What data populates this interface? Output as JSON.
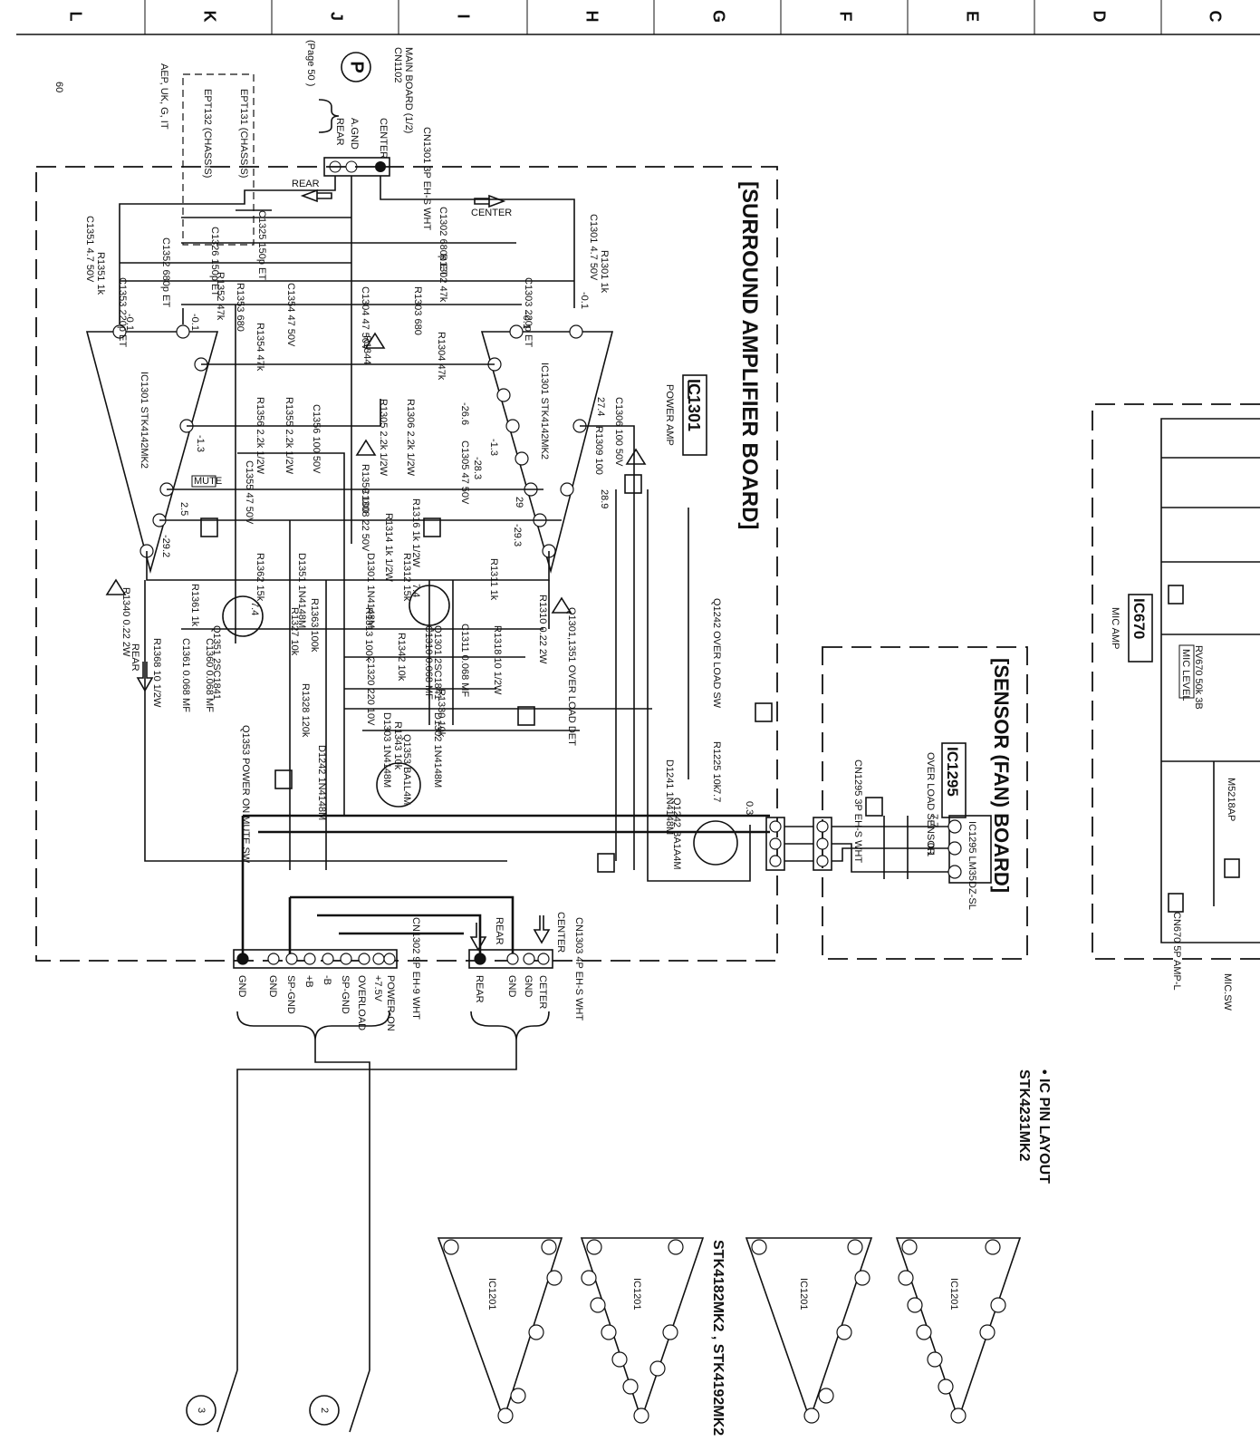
{
  "grid_columns": [
    "L",
    "K",
    "J",
    "I",
    "H",
    "G",
    "F",
    "E",
    "D",
    "C"
  ],
  "page_number": "60",
  "origin_note": {
    "board": "MAIN BOARD (1/2)",
    "connector": "CN1102",
    "page_ref": "(Page 50 )",
    "marker": "P"
  },
  "boards": {
    "surround": {
      "title": "[SURROUND AMPLIFIER BOARD]",
      "ic_box": "IC1301",
      "ic_sub": "POWER AMP",
      "ic_left": "IC1301 STK4142MK2",
      "ic_right": "IC1301 STK4142MK2",
      "mute": "MUTE",
      "cn_top": "CN1301 3P EH-S WHT",
      "cn_top_pins": [
        "CENTER",
        "A.GND",
        "REAR"
      ],
      "cn_bottom_left": "CN1302 9P EH-9 WHT",
      "cn_bottom_left_pins": [
        "GND",
        "GND",
        "SP-GND",
        "+B",
        "-B",
        "SP-GND",
        "OVERLOAD",
        "+7.5V",
        "POWER-ON"
      ],
      "cn_bottom_right": "CN1303 4P EH-S WHT",
      "cn_bottom_right_pins": [
        "REAR",
        "GND",
        "GND",
        "CETER"
      ],
      "arrows": [
        "REAR",
        "CENTER",
        "REAR",
        "REAR",
        "CENTER"
      ],
      "q1242": "Q1242 OVER LOAD SW",
      "q1301": "Q1301,1351 OVER LOAD DET",
      "q1353": "Q1353 POWER ON MUTE SW"
    },
    "sensor": {
      "title": "[SENSOR (FAN) BOARD]",
      "ic_box": "IC1295",
      "ic_sub": "OVER LOAD SENSOR",
      "ic_part": "IC1295 LM35DZ-SL",
      "cn": "CN1295 3P EH-S WHT"
    },
    "mic": {
      "ic_box": "IC670",
      "ic_sub": "MIC AMP",
      "mic_level": "MIC LEVEL",
      "rv": "RV670 50k 3B",
      "cn": "CN670 5P AMP-L",
      "switch": "MIC.SW",
      "ic_part": "M5218AP"
    }
  },
  "chassis": [
    "EPT131 (CHASSIS)",
    "EPT132 (CHASSIS)",
    "AEP, UK, G, IT"
  ],
  "voltages": [
    "-0.1",
    "-0.1",
    "-0.1",
    "-0.1",
    "-26.6",
    "-1.3",
    "-28.3",
    "-1.3",
    "27.4",
    "29",
    "28.9",
    "2.5",
    "-29.3",
    "-29.2",
    "7.4",
    "7.4",
    "7.7",
    "0.3",
    "0.1",
    "7.7"
  ],
  "components_left": [
    "C1351 4.7 50V",
    "R1351 1k",
    "C1352 680p ET",
    "C1353 220p ET",
    "R1352 47k",
    "R1353 680",
    "C1354 47 50V",
    "R1354 47k",
    "R1356 2.2k 1/2W",
    "R1355 2.2k 1/2W",
    "C1356 100 50V",
    "C1355 47 50V",
    "R1362 15k",
    "D1351 1N4148M",
    "R1361 1k",
    "R1340 0.22 2W",
    "R1363 100k",
    "R1327 10k",
    "Q1351 2SC1841",
    "R1368 10 1/2W",
    "C1361 0.068 MF",
    "C1360 0.068 MF",
    "R1328 120k"
  ],
  "components_right": [
    "C1301 4.7 50V",
    "R1301 1k",
    "C1302 680p ET",
    "R1302 47k",
    "C1304 47 50V",
    "R1303 680",
    "C1303 220p ET",
    "R1304 47k",
    "R1344",
    "R1305 2.2k 1/2W",
    "R1306 2.2k 1/2W",
    "C1305 47 50V",
    "R1359 100",
    "C1306 100 50V",
    "R1309 100",
    "C1308 22 50V",
    "R1316 1k 1/2W",
    "R1314 1k 1/2W",
    "D1301 1N4148M",
    "R1312 15k",
    "R1311 1k",
    "R1310 0.22 2W",
    "R1313 100k",
    "Q1301 2SC1841",
    "C1310 0.068 MF",
    "C1311 0.068 MF",
    "R1318 10 1/2W",
    "R1342 10k",
    "C1320 220 10V",
    "R1330 10k",
    "D1303 1N4148M",
    "D1302 1N4148M",
    "R1343 10k",
    "Q1353 BA1L4M",
    "D1242 1N4148M",
    "R1225 10k",
    "D1241 1N4148M",
    "Q1242 BA1A4M",
    "C1325 150p ET",
    "C1326 150p ET"
  ],
  "connector_outputs": [
    "3",
    "2"
  ],
  "pin_layout": {
    "title": "• IC PIN LAYOUT",
    "part_a": "STK4231MK2",
    "part_b": "STK4182MK2 , STK4192MK2",
    "ic_label": "IC1201"
  }
}
